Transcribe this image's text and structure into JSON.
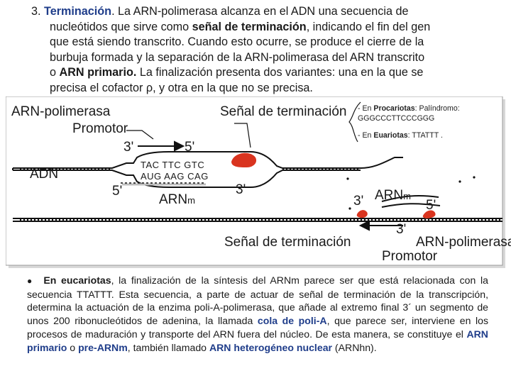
{
  "top": {
    "num": "3.",
    "heading": "Terminación",
    "t1": ". La ARN-polimerasa alcanza en el ADN una secuencia de",
    "t2": "nucleótidos que sirve como ",
    "b2": "señal de terminación",
    "t3": ", indicando el fin del gen",
    "t4": "que está siendo transcrito. Cuando esto ocurre, se produce el cierre de la",
    "t5": "burbuja formada y la separación de la ARN-polimerasa del ARN transcrito",
    "t6": "o ",
    "b6": "ARN primario.",
    "t7": " La finalización presenta dos variantes: una en la que se",
    "t8": "precisa el cofactor ρ, y otra en la que no se precisa."
  },
  "figure": {
    "arn_polimerasa": "ARN-polimerasa",
    "senal_terminacion": "Señal de terminación",
    "promotor": "Promotor",
    "three_prime": "3'",
    "five_prime": "5'",
    "adn": "ADN",
    "seq_top": "TAC TTC GTC",
    "seq_bottom": "AUG AAG CAG",
    "arn": "ARN",
    "m": "m",
    "senal_terminacion_2": "Señal de terminación",
    "arn_polimerasa_2": "ARN-polimerasa",
    "promotor_2": "Promotor"
  },
  "note": {
    "l1a": "- En ",
    "l1b": "Procariotas",
    "l1c": ": Palíndromo:",
    "l2": "GGGCCCTTCCCGGG",
    "l3a": "- En ",
    "l3b": "Euariotas",
    "l3c": ": TTATTT ."
  },
  "bottom": {
    "bullet": "●",
    "b1": "En eucariotas",
    "t1": ", la finalización de la síntesis del ARNm parece ser que está relacionada con la secuencia TTATTT. Esta secuencia, a parte de actuar de señal de terminación de la transcripción, determina la actuación de la enzima poli-A-polimerasa, que añade al extremo final 3´ un segmento de unos 200 ribonucleótidos de adenina, la llamada ",
    "blue1": "cola de poli-A",
    "t2": ", que parece ser, interviene en los procesos de maduración y transporte del ARN fuera del núcleo. De esta manera, se constituye el ",
    "blue2": "ARN primario",
    "t3": " o ",
    "blue3": "pre-ARNm",
    "t4": ", también llamado ",
    "blue4": "ARN heterogéneo nuclear",
    "t5": " (ARNhn)."
  },
  "colors": {
    "heading": "#1f3d8a",
    "polymerase": "#d9341f",
    "shadow": "#bdbdbd"
  }
}
